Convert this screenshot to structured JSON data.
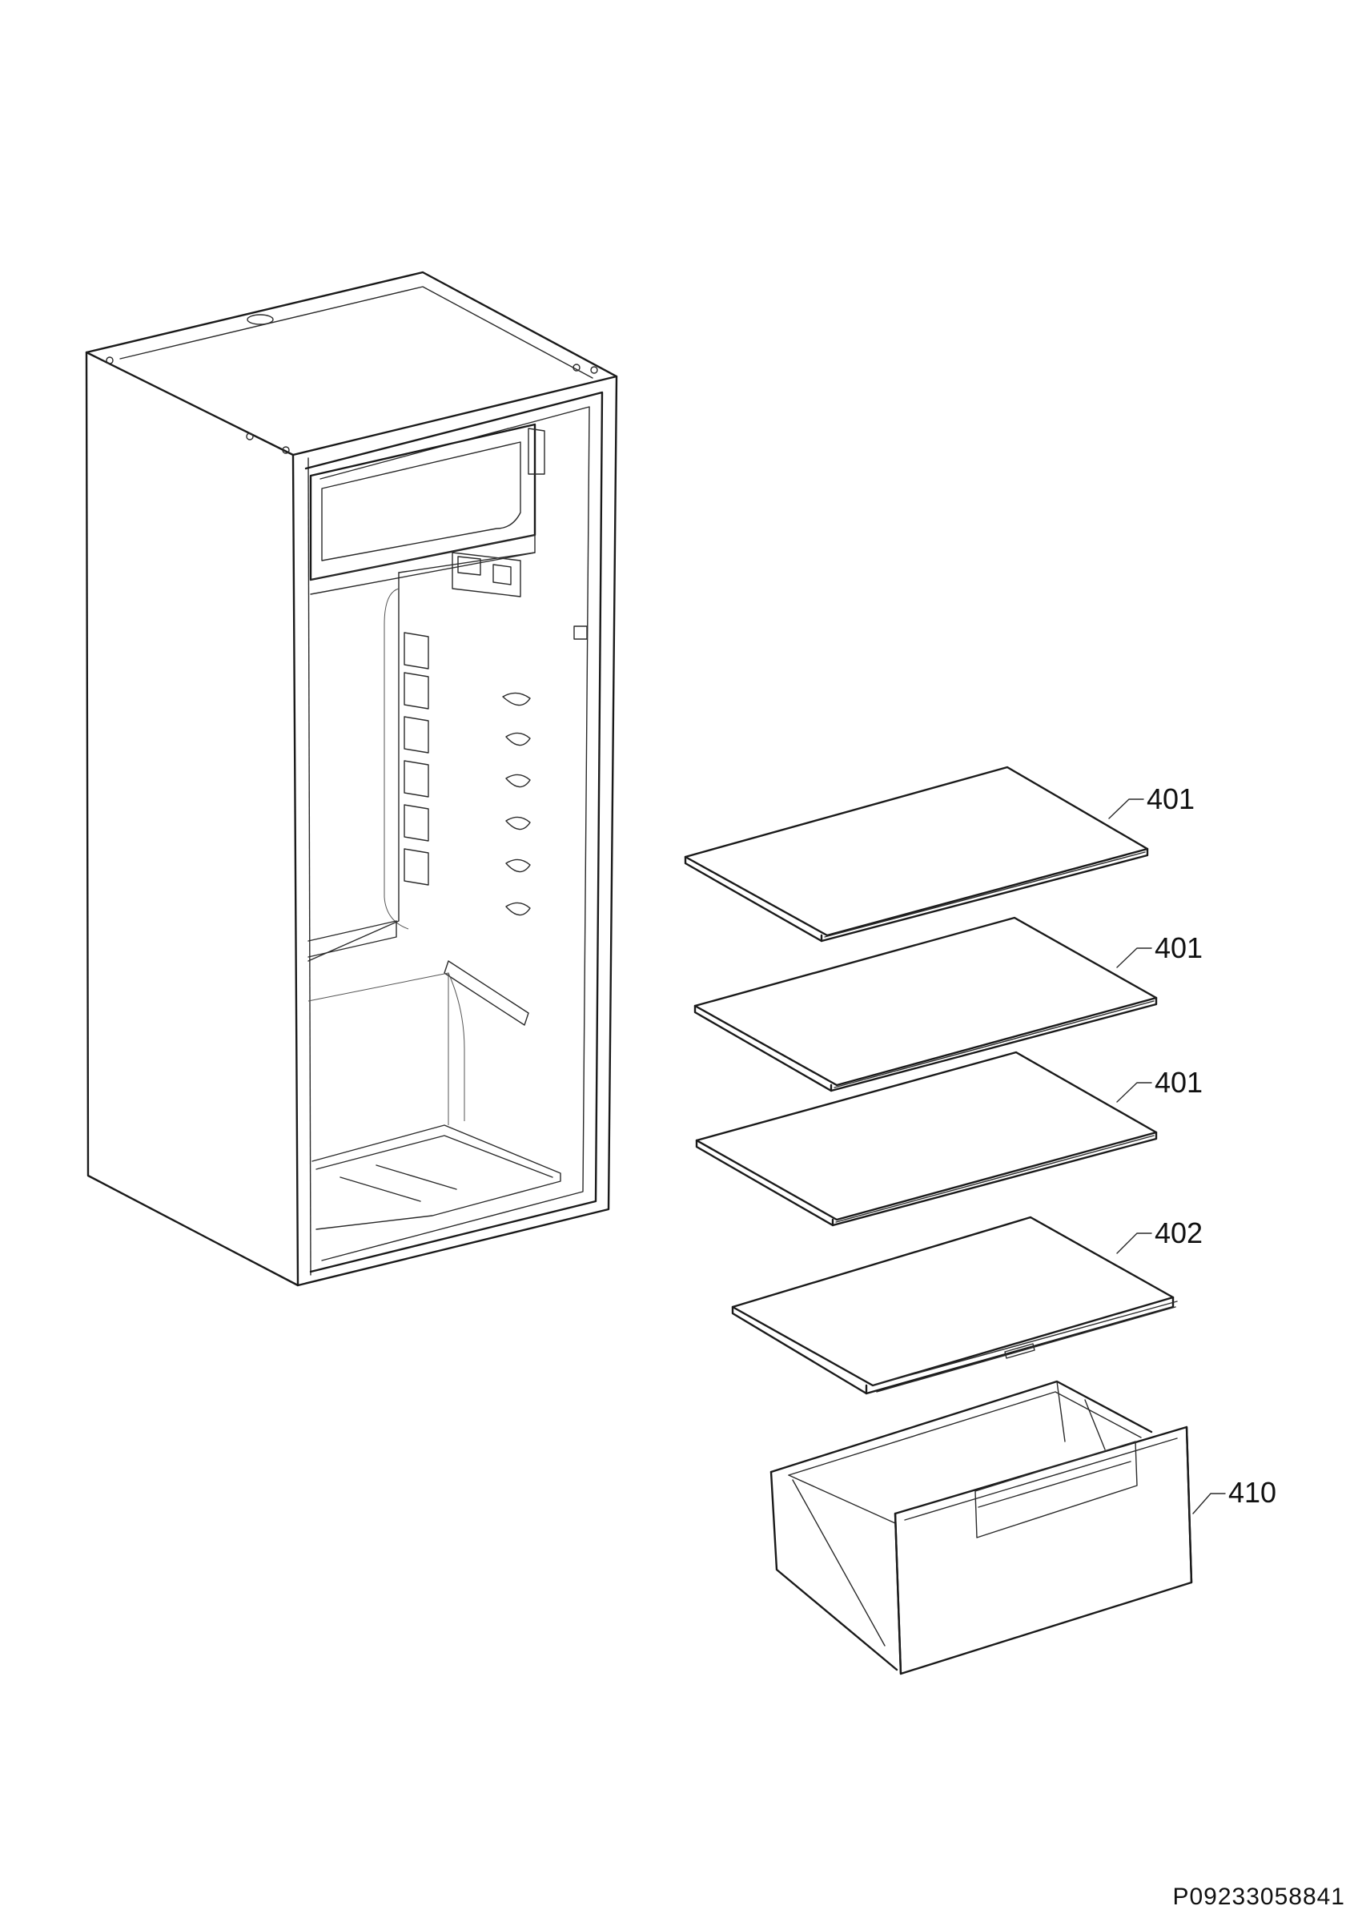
{
  "callouts": {
    "shelf_1": "401",
    "shelf_2": "401",
    "shelf_3": "401",
    "shelf_4": "402",
    "drawer": "410"
  },
  "document_id": "P09233058841",
  "colors": {
    "line": "#1a1a1a",
    "background": "#ffffff"
  }
}
